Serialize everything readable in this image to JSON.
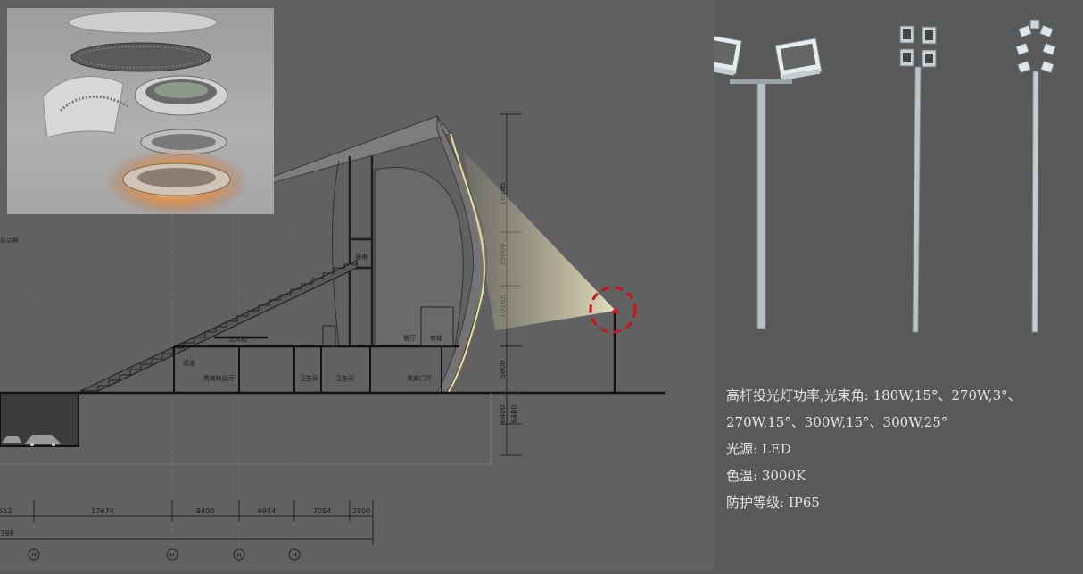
{
  "spec": {
    "line1": "高杆投光灯功率,光束角: 180W,15°、270W,3°、270W,15°、300W,15°、300W,25°",
    "line2": "光源: LED",
    "line3": "色温: 3000K",
    "line4": "防护等级: IP65"
  },
  "drawing": {
    "labels": {
      "screen": "显示屏",
      "power": "强电",
      "wind": "送风机",
      "wind2": "风道",
      "vip_lounge": "贵宾休息厅",
      "wc1": "卫生间",
      "wc2": "卫生间",
      "vip_hall": "贵宾门厅",
      "restaurant": "餐厅",
      "shop": "商铺"
    },
    "vertical_dims": [
      "18885",
      "35000",
      "10165",
      "5800",
      "6400",
      "6400"
    ],
    "horizontal_dims": [
      "552",
      "17674",
      "8400",
      "6944",
      "7054",
      "2800"
    ],
    "total_dim": "398",
    "axis_marks": [
      "H",
      "H",
      "H",
      "H"
    ]
  },
  "colors": {
    "background": "#5b5b5b",
    "highlight_ring": "#c8141e",
    "beam": "#f5efc0",
    "text": "#e4e4e4"
  }
}
